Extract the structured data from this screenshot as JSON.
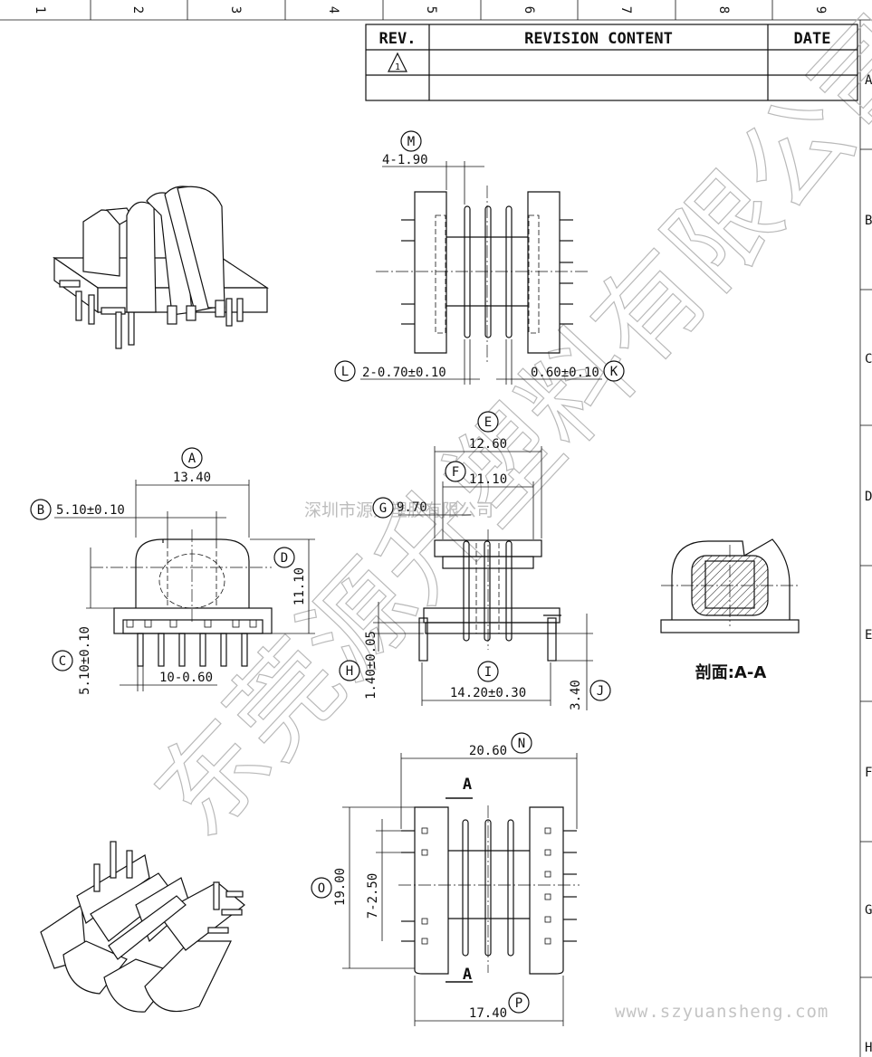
{
  "sheet": {
    "col_numbers": [
      "1",
      "2",
      "3",
      "4",
      "5",
      "6",
      "7",
      "8",
      "9"
    ],
    "row_letters": [
      "A",
      "B",
      "C",
      "D",
      "E",
      "F",
      "G",
      "H"
    ]
  },
  "revision_table": {
    "header_rev": "REV.",
    "header_content": "REVISION CONTENT",
    "header_date": "DATE",
    "row1_rev": "1",
    "row1_content": "",
    "row1_date": ""
  },
  "callouts": {
    "A": "A",
    "B": "B",
    "C": "C",
    "D": "D",
    "E": "E",
    "F": "F",
    "G": "G",
    "H": "H",
    "I": "I",
    "J": "J",
    "K": "K",
    "L": "L",
    "M": "M",
    "N": "N",
    "O": "O",
    "P": "P"
  },
  "dims": {
    "M": "4-1.90",
    "L": "2-0.70±0.10",
    "K": "0.60±0.10",
    "E": "12.60",
    "F": "11.10",
    "G": "9.70",
    "A": "13.40",
    "B": "5.10±0.10",
    "D": "11.10",
    "C": "5.10±0.10",
    "pins": "10-0.60",
    "H": "1.40±0.05",
    "I": "14.20±0.30",
    "J": "3.40",
    "N": "20.60",
    "O": "19.00",
    "pitch": "7-2.50",
    "P": "17.40"
  },
  "section": {
    "label_top": "A",
    "label_bottom": "A",
    "caption": "剖面:A-A"
  },
  "watermark": {
    "company_small": "深圳市源升塑胶有限公司",
    "company_big": "东莞源升塑料有限公司",
    "website": "www.szyuansheng.com"
  },
  "colors": {
    "line": "#111111",
    "watermark": "#bdbdbd"
  }
}
